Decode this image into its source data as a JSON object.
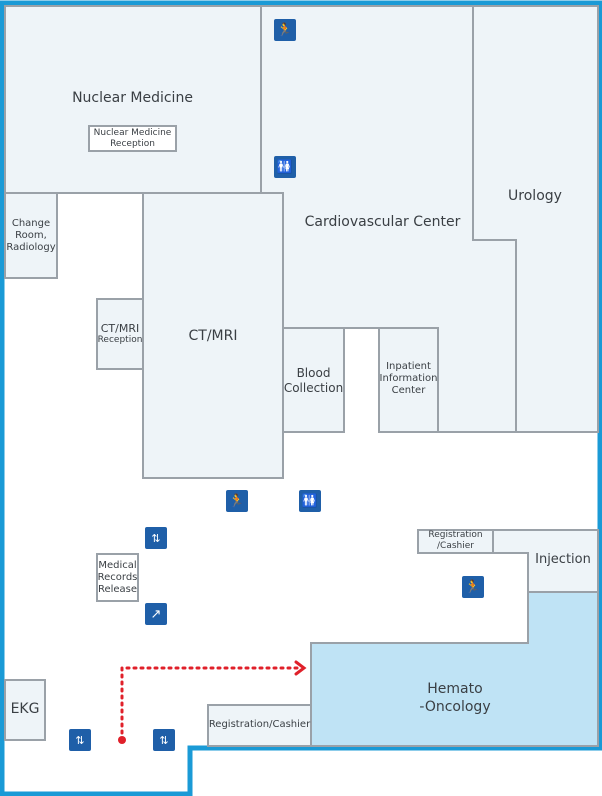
{
  "rooms": {
    "nuclear_medicine": "Nuclear Medicine",
    "nuclear_medicine_reception_1": "Nuclear Medicine",
    "nuclear_medicine_reception_2": "Reception",
    "change_room_1": "Change",
    "change_room_2": "Room,",
    "change_room_3": "Radiology",
    "ct_mri": "CT/MRI",
    "ct_mri_reception_1": "CT/MRI",
    "ct_mri_reception_2": "Reception",
    "cardiovascular_center": "Cardiovascular Center",
    "urology": "Urology",
    "blood_collection_1": "Blood",
    "blood_collection_2": "Collection",
    "inpatient_info_1": "Inpatient",
    "inpatient_info_2": "Information",
    "inpatient_info_3": "Center",
    "registration_cashier_top_1": "Registration",
    "registration_cashier_top_2": "/Cashier",
    "injection": "Injection",
    "medical_records_1": "Medical",
    "medical_records_2": "Records",
    "medical_records_3": "Release",
    "hemato_oncology_1": "Hemato",
    "hemato_oncology_2": "-Oncology",
    "ekg": "EKG",
    "registration_cashier_bottom": "Registration/Cashier"
  },
  "icons": {
    "emergency_exit": "emergency-exit-icon",
    "restroom": "restroom-icon",
    "elevator": "elevator-icon",
    "escalator": "escalator-icon"
  },
  "colors": {
    "outer_border": "#1a9ad6",
    "room_fill": "#eef4f8",
    "highlight_fill": "#bfe3f5",
    "wall": "#9aa1a8",
    "icon_bg": "#1f5fa8",
    "route": "#e0202a"
  }
}
